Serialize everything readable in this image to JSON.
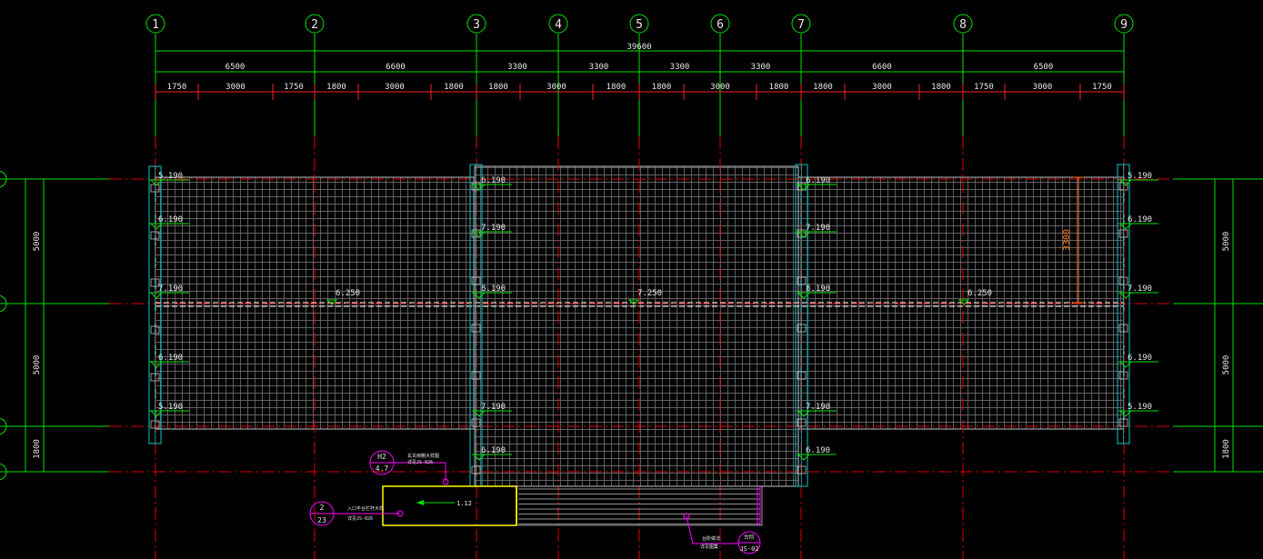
{
  "colors": {
    "grid_axis": "#00e000",
    "axis_center": "#e00000",
    "dim_red": "#ff2020",
    "text_white": "#e8e8e8",
    "roof_hatch": "#8a8a8a",
    "roof_border": "#bfbfbf",
    "column": "#00c8c8",
    "tag_magenta": "#ff00ff",
    "platform": "#ffff00",
    "slope_orange": "#ff7a1a"
  },
  "axes": {
    "labels": [
      "1",
      "2",
      "3",
      "4",
      "5",
      "6",
      "7",
      "8",
      "9"
    ]
  },
  "dimensions": {
    "overall": "39600",
    "bays": [
      "6500",
      "6600",
      "3300",
      "3300",
      "3300",
      "3300",
      "6600",
      "6500"
    ],
    "sub": [
      "1750",
      "3000",
      "1750",
      "1800",
      "3000",
      "1800",
      "1800",
      "3000",
      "1800",
      "1800",
      "3000",
      "1800",
      "1800",
      "3000",
      "1800",
      "1750",
      "3000",
      "1750"
    ],
    "left_vertical": [
      "5000",
      "5000",
      "1800"
    ],
    "right_vertical": [
      "5000",
      "5000",
      "1800"
    ],
    "ridge_slope_dim": "3300"
  },
  "elevations": {
    "left_edge": [
      "5.190",
      "6.190",
      "7.190",
      "6.190",
      "5.190"
    ],
    "axis3": [
      "6.190",
      "7.190",
      "8.190",
      "7.190",
      "6.190"
    ],
    "axis7": [
      "6.190",
      "7.190",
      "8.190",
      "7.190",
      "6.190"
    ],
    "right_edge": [
      "5.190",
      "6.190",
      "7.190",
      "6.190",
      "5.190"
    ],
    "ridge": [
      "6.250",
      "7.250",
      "6.250"
    ],
    "stair_slope": "1.12"
  },
  "tags": [
    {
      "top": "H2",
      "bottom": "4.7",
      "note1": "玄关雨棚大样图",
      "note2": "详见JS-026"
    },
    {
      "top": "2",
      "bottom": "23",
      "note1": "入口平台栏杆大样",
      "note2": "详见JS-026"
    },
    {
      "top": "台阶",
      "bottom": "JS-02",
      "note1": "台阶做法",
      "note2": "详见图集"
    }
  ]
}
